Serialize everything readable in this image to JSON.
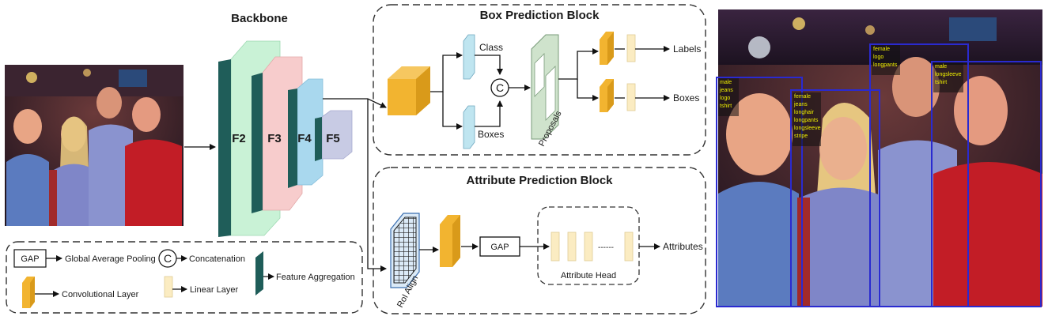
{
  "backbone": {
    "title": "Backbone",
    "stages": [
      "F2",
      "F3",
      "F4",
      "F5"
    ]
  },
  "box_block": {
    "title": "Box Prediction Block",
    "class_label": "Class",
    "boxes_label": "Boxes",
    "concat_symbol": "C",
    "proposals_label": "Proposals",
    "labels_output": "Labels",
    "boxes_output": "Boxes"
  },
  "attribute_block": {
    "title": "Attribute Prediction Block",
    "roi_label": "RoI Align",
    "gap_label": "GAP",
    "dashes": "------",
    "head_label": "Attribute Head",
    "attributes_output": "Attributes"
  },
  "legend": {
    "gap_symbol": "GAP",
    "gap_text": "Global Average Pooling",
    "concat_symbol": "C",
    "concat_text": "Concatenation",
    "feature_text": "Feature Aggregation",
    "conv_text": "Convolutional Layer",
    "linear_text": "Linear Layer"
  },
  "detections": [
    {
      "tags": [
        "male",
        "jeans",
        "logo",
        "tshirt"
      ]
    },
    {
      "tags": [
        "female",
        "jeans",
        "longhair",
        "longpants",
        "longsleeve",
        "stripe"
      ]
    },
    {
      "tags": [
        "female",
        "logo",
        "longpants"
      ]
    },
    {
      "tags": [
        "male",
        "longsleeve",
        "tshirt"
      ]
    }
  ],
  "colors": {
    "f2": "#c9f2d6",
    "f3": "#f7cccc",
    "f4": "#a9d8ee",
    "f5": "#c8cbe4",
    "aggregation": "#1f5d59",
    "conv": "#f2b430",
    "linear": "#fbecc2",
    "proposal": "#cfe3cc",
    "box_outline": "#2a2ad0",
    "tag_text": "#f0f000"
  }
}
